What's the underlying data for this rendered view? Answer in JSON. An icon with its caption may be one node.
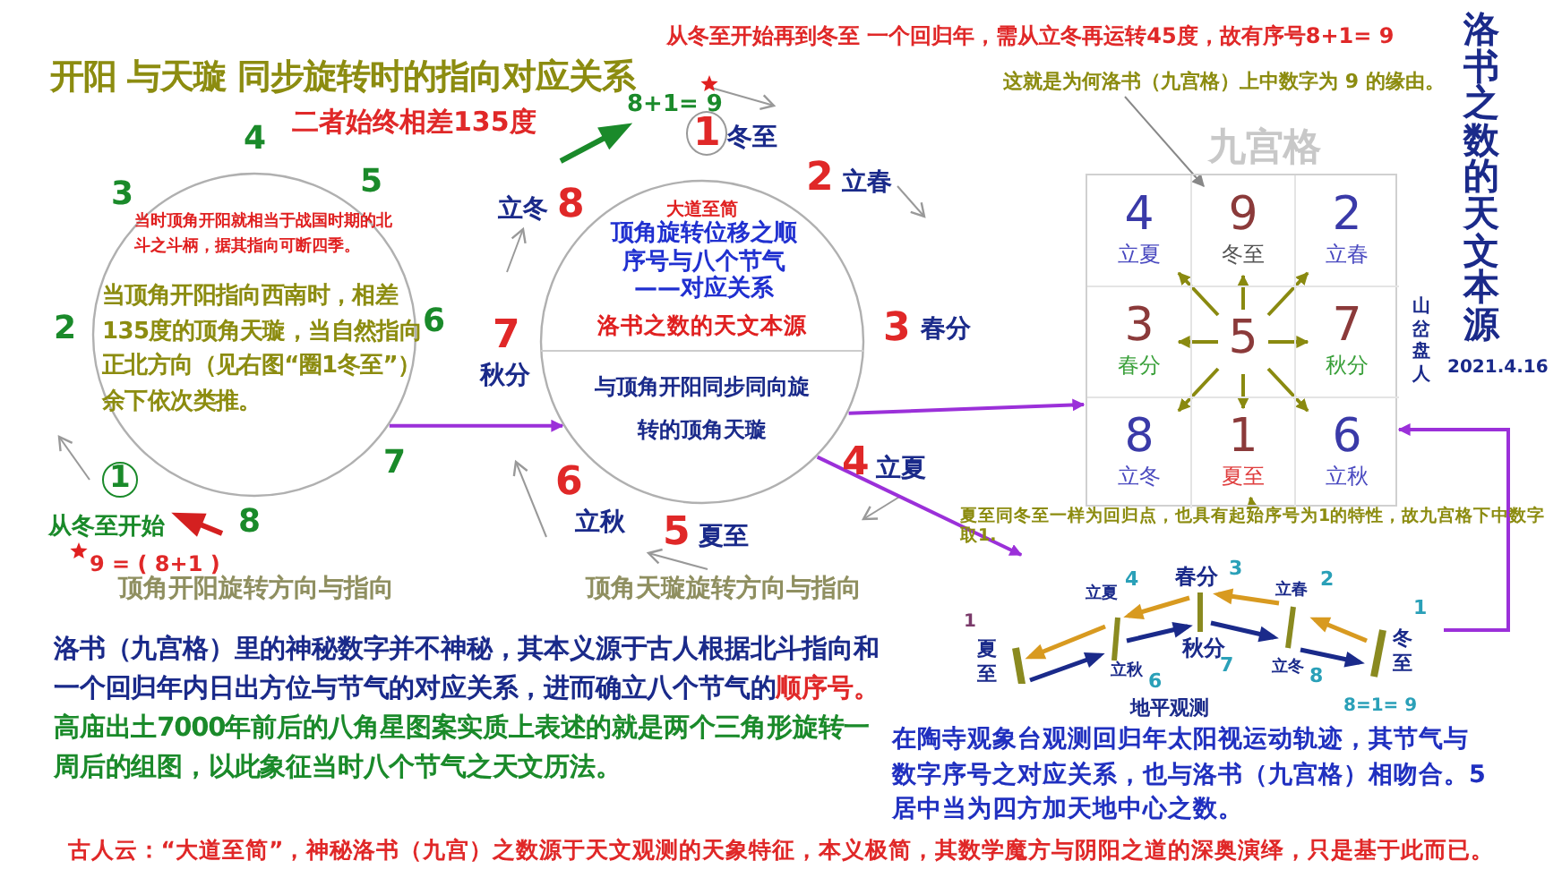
{
  "diagram": {
    "title": "开阳 与天璇 同步旋转时的指向对应关系",
    "nodes": [
      {
        "text": [
          "当时顶角开阳就相当于战国时期的北斗之斗柄，据其指向可断四季。",
          "当顶角开阳指向西南时，相差135度的顶角天璇，当自然指向正北方向（见右图“圈1冬至”）余下依次类推。"
        ]
      },
      {
        "text": [
          "大道至简",
          "顶角旋转位移之顺序号与八个节气 ——对应关系",
          "洛书之数的天文本源",
          "与顶角开阳同步同向旋转的顶角天璇"
        ]
      },
      {
        "text": [
          "九宫格"
        ]
      },
      {
        "text": [
          "4",
          "立夏"
        ],
        "in": 2
      },
      {
        "text": [
          "9",
          "冬至"
        ],
        "in": 2
      },
      {
        "text": [
          "2",
          "立春"
        ],
        "in": 2
      },
      {
        "text": [
          "3",
          "春分"
        ],
        "in": 2
      },
      {
        "text": [
          "5"
        ],
        "in": 2
      },
      {
        "text": [
          "7",
          "秋分"
        ],
        "in": 2
      },
      {
        "text": [
          "8",
          "立冬"
        ],
        "in": 2
      },
      {
        "text": [
          "1",
          "夏至"
        ],
        "in": 2
      },
      {
        "text": [
          "6",
          "立秋"
        ],
        "in": 2
      },
      {
        "text": [
          "这就是为何洛书（九宫格）上中数字为 9 的缘由。"
        ]
      },
      {
        "text": [
          "夏至同冬至一样为回归点，也具有起始序号为1的特性，故九宫格下中数字取1."
        ]
      },
      {
        "text": [
          "地平观测"
        ]
      }
    ],
    "edges": [
      {
        "from": 0,
        "to": 1,
        "arrow": "to",
        "color": "#9b30d9"
      },
      {
        "from": 1,
        "to": 2,
        "arrow": "to",
        "color": "#9b30d9"
      },
      {
        "from": 1,
        "to": 14,
        "arrow": "to",
        "color": "#9b30d9"
      },
      {
        "from": 14,
        "to": 2,
        "arrow": "to",
        "color": "#9b30d9"
      },
      {
        "from": 7,
        "to": 3,
        "arrow": "to"
      },
      {
        "from": 7,
        "to": 4,
        "arrow": "to"
      },
      {
        "from": 7,
        "to": 5,
        "arrow": "to"
      },
      {
        "from": 7,
        "to": 6,
        "arrow": "to"
      },
      {
        "from": 7,
        "to": 8,
        "arrow": "to"
      },
      {
        "from": 7,
        "to": 9,
        "arrow": "to"
      },
      {
        "from": 7,
        "to": 10,
        "arrow": "to"
      },
      {
        "from": 7,
        "to": 11,
        "arrow": "to"
      },
      {
        "from": 12,
        "to": 4,
        "arrow": "to",
        "color": "#888888"
      },
      {
        "from": 13,
        "to": 10,
        "arrow": "to"
      }
    ],
    "labels": [
      "二者始终相差135度",
      "从冬至开始再到冬至 一个回归年，需从立冬再运转45度，故有序号8+1= 9",
      "8+1=  9",
      "洛书之数的天文本源",
      "山岔盘人",
      "2021.4.16",
      "4",
      "5",
      "3",
      "2",
      "6",
      "1",
      "7",
      "从冬至开始",
      "8",
      "9 = ( 8+1 )",
      "顶角开阳旋转方向与指向",
      "1",
      "冬至",
      "2",
      "立春",
      "3",
      "春分",
      "4",
      "立夏",
      "5",
      "夏至",
      "6",
      "立秋",
      "7",
      "秋分",
      "立冬",
      "8",
      "顶角天璇旋转方向与指向",
      "洛书（九宫格）里的神秘数字并不神秘，其本义源于古人根据北斗指向和一个回归年内日出方位与节气的对应关系，进而确立八个节气的",
      "顺序号。",
      "高庙出土7000年前后的八角星图案实质上表述的就是两个三角形旋转一周后的组图，以此象征当时八个节气之天文历法。",
      "在陶寺观象台观测回归年太阳视运动轨迹，其节气与数字序号之对应关系，也与洛书（九宫格）相吻合。5居中当为四方加天地中心之数。",
      "古人云：“大道至简”，神秘洛书（九宫）之数源于天文观测的天象特征，本义极简，其数学魔方与阴阳之道的深奥演绎，只是基于此而已。",
      "1",
      "夏至",
      "4",
      "立夏",
      "3",
      "春分",
      "2",
      "立春",
      "1",
      "冬至",
      "立秋",
      "6",
      "秋分",
      "7",
      "立冬",
      "8",
      "8=1= 9"
    ]
  }
}
